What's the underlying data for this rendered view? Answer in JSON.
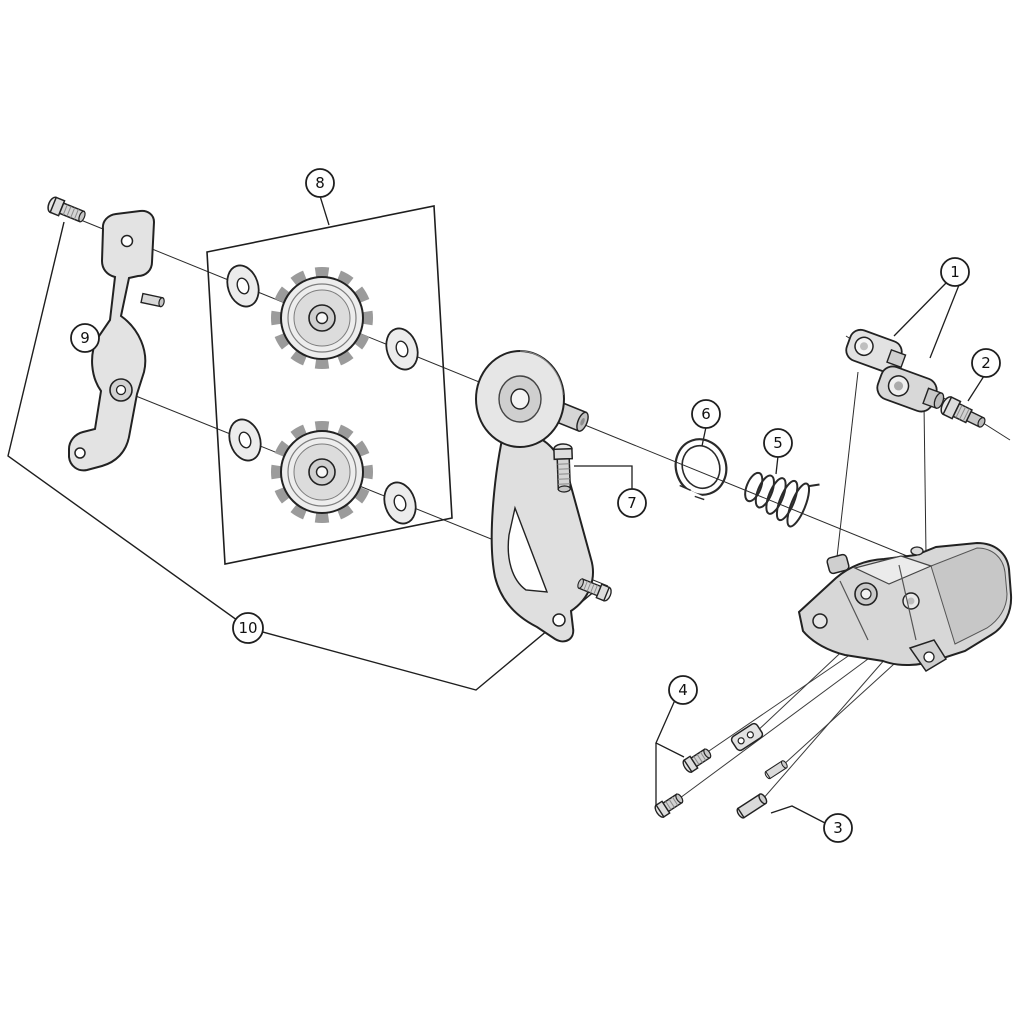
{
  "diagram": {
    "background_color": "#ffffff",
    "line_color": "#1e1e1e",
    "part_fill_colors": [
      "#e9e9e9",
      "#d6d6d6",
      "#c4c4c4"
    ],
    "callouts": [
      {
        "label": "1"
      },
      {
        "label": "2"
      },
      {
        "label": "3"
      },
      {
        "label": "4"
      },
      {
        "label": "5"
      },
      {
        "label": "6"
      },
      {
        "label": "7"
      },
      {
        "label": "8"
      },
      {
        "label": "9"
      },
      {
        "label": "10"
      }
    ]
  }
}
